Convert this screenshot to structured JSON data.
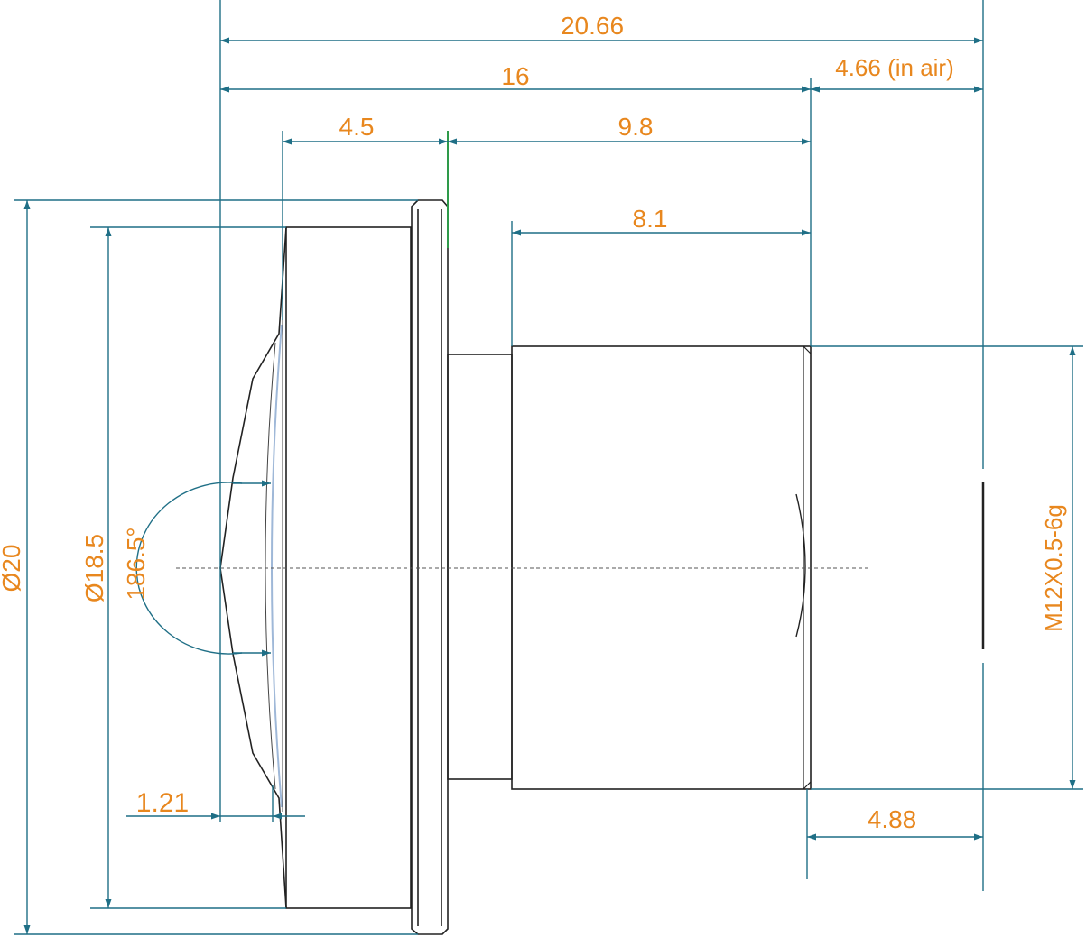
{
  "colors": {
    "dimension": "#1f6f86",
    "outline": "#222222",
    "text": "#e8871e",
    "datum": "#2e9a4a",
    "lens_highlight": "#9fb8d8"
  },
  "dimensions": {
    "overall_length": "20.66",
    "flange_length": "16",
    "back_focal_air": "4.66 (in air)",
    "front_to_flange": "4.5",
    "flange_to_end": "9.8",
    "thread_length": "8.1",
    "outer_diameter": "Ø20",
    "barrel_diameter": "Ø18.5",
    "field_of_view": "186.5°",
    "lens_protrusion": "1.21",
    "thread_spec": "M12X0.5-6g",
    "sensor_distance": "4.88"
  }
}
